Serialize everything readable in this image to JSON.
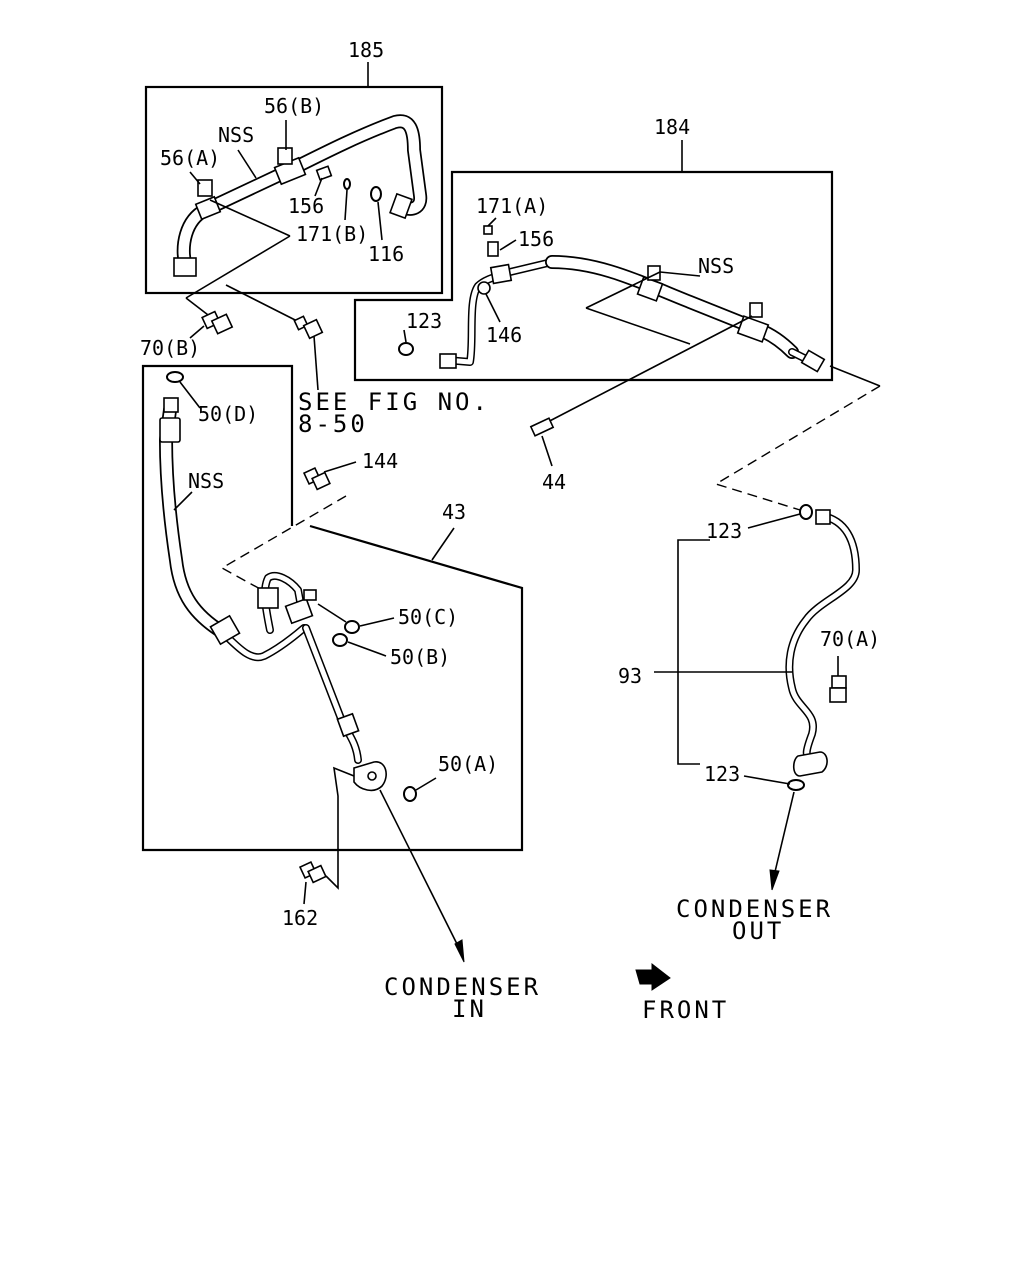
{
  "diagram": {
    "callouts": {
      "n185": "185",
      "n184": "184",
      "n56b": "56(B)",
      "n56a": "56(A)",
      "nss_185": "NSS",
      "n156_a": "156",
      "n171b": "171(B)",
      "n116": "116",
      "n70b": "70(B)",
      "n171a": "171(A)",
      "n156_b": "156",
      "nss_184": "NSS",
      "n123_a": "123",
      "n146": "146",
      "n50d": "50(D)",
      "nss_43": "NSS",
      "n144": "144",
      "n44": "44",
      "n43": "43",
      "n50c": "50(C)",
      "n50b": "50(B)",
      "n50a": "50(A)",
      "n162": "162",
      "n123_b": "123",
      "n93": "93",
      "n70a": "70(A)",
      "n123_c": "123"
    },
    "notes": {
      "see_fig_line1": "SEE FIG NO.",
      "see_fig_line2": "8-50",
      "condenser_in_line1": "CONDENSER",
      "condenser_in_line2": "IN",
      "condenser_out_line1": "CONDENSER",
      "condenser_out_line2": "OUT",
      "front": "FRONT"
    }
  }
}
